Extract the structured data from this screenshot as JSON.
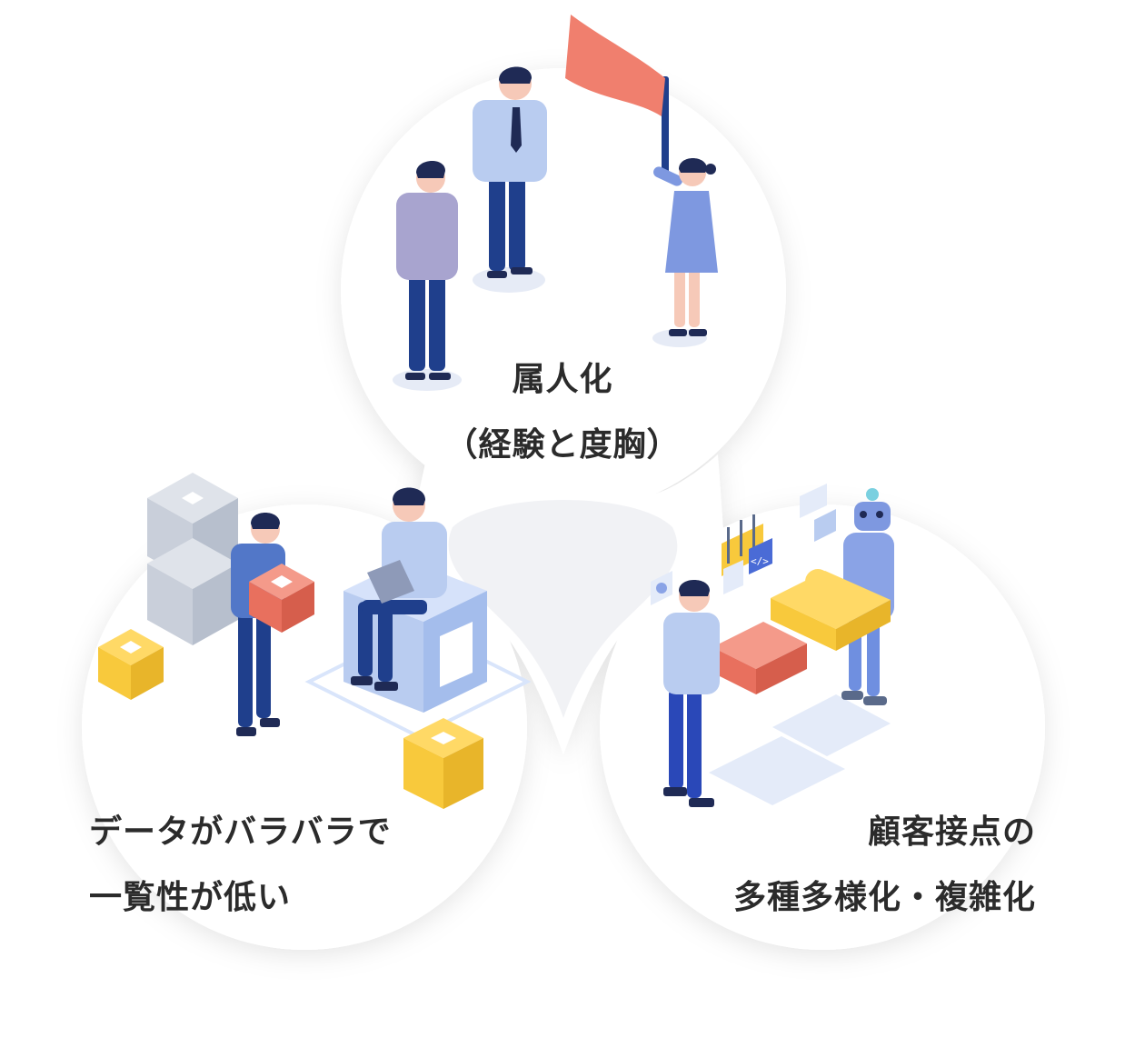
{
  "labels": {
    "top": {
      "line1": "属人化",
      "line2": "（経験と度胸）"
    },
    "left": {
      "line1": "データがバラバラで",
      "line2": "一覧性が低い"
    },
    "right": {
      "line1": "顧客接点の",
      "line2": "多種多様化・複雑化"
    }
  },
  "colors": {
    "flag": "#f07f6e",
    "shirt_light": "#b9ccf0",
    "shirt_purple": "#a8a4cf",
    "navy": "#1f3f8c",
    "yellow": "#f8c93c",
    "red_box": "#e8705e",
    "gray_box": "#c9cfda",
    "robot": "#8aa3e6"
  },
  "icons": [
    "flag-icon",
    "gear-icon",
    "code-icon",
    "chat-icon",
    "chart-icon",
    "puzzle-icon"
  ]
}
